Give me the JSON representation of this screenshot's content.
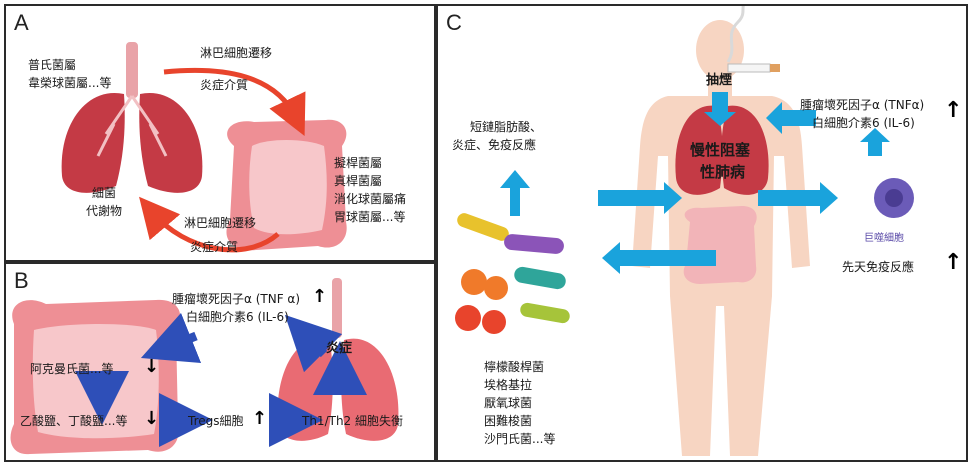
{
  "panel_a": {
    "label": "A",
    "lung_bacteria": [
      "普氏菌屬",
      "韋榮球菌屬...等"
    ],
    "top_arrow_line1": "淋巴細胞遷移",
    "top_arrow_line2": "炎症介質",
    "gut_bacteria": [
      "擬桿菌屬",
      "真桿菌屬",
      "消化球菌屬痛",
      "胃球菌屬...等"
    ],
    "metabolites": [
      "細菌",
      "代謝物"
    ],
    "bottom_arrow_line1": "淋巴細胞遷移",
    "bottom_arrow_line2": "炎症介質"
  },
  "panel_b": {
    "label": "B",
    "cytokines": [
      "腫瘤壞死因子α (TNF α)",
      "白細胞介素6 (IL-6)"
    ],
    "inflammation": "炎症",
    "akk": "阿克曼氏菌...等",
    "scfa": "乙酸鹽、丁酸鹽...等",
    "tregs": "Tregs細胞",
    "th": "Th1/Th2 細胞失衡",
    "up_arrow": "↑",
    "down_arrow": "↓"
  },
  "panel_c": {
    "label": "C",
    "smoking": "抽煙",
    "copd": [
      "慢性阻塞",
      "性肺病"
    ],
    "scfa_effects": [
      "短鏈脂肪酸、",
      "炎症、免疫反應"
    ],
    "cytokines": [
      "腫瘤壞死因子α (TNFα)",
      "白細胞介素6 (IL-6)"
    ],
    "macrophage": "巨噬細胞",
    "innate": "先天免疫反應",
    "bacteria": [
      "檸檬酸桿菌",
      "埃格基拉",
      "厭氧球菌",
      "困難梭菌",
      "沙門氏菌...等"
    ],
    "up_arrow": "↑"
  },
  "colors": {
    "lung_red": "#c43a45",
    "gut_pink": "#ee8f95",
    "red_arrow": "#e8442c",
    "navy_arrow": "#2e4fb8",
    "cyan_arrow": "#1aa3dc",
    "skin": "#f7d5c2",
    "macrophage": "#6b5bb8"
  }
}
